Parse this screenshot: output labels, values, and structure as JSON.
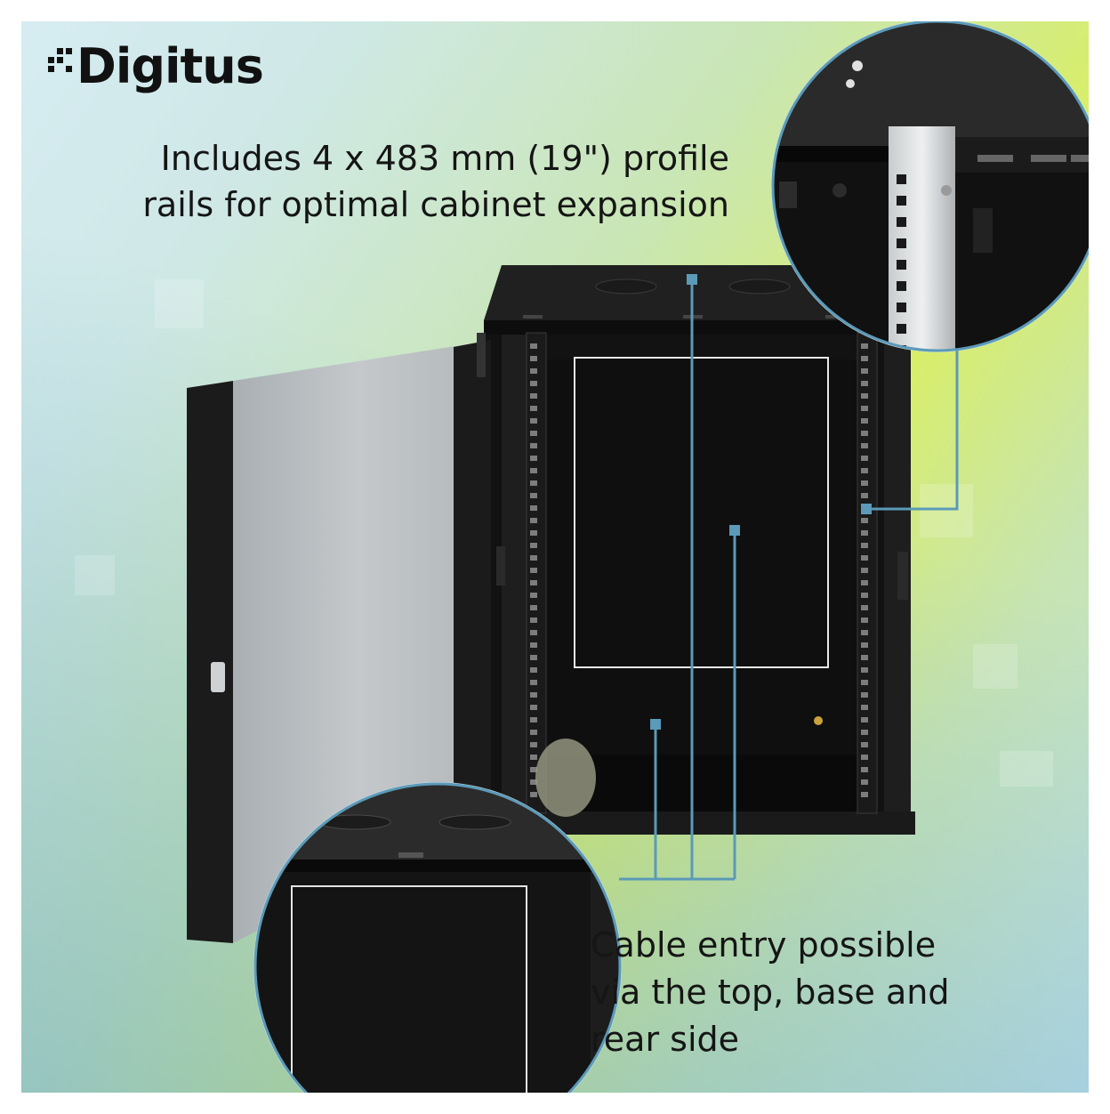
{
  "brand": {
    "logo_text": "Digitus"
  },
  "headline": {
    "line1": "Includes 4 x 483 mm (19\") profile",
    "line2": "rails for optimal cabinet expansion"
  },
  "caption": {
    "line1": "Cable entry possible",
    "line2": "via the top, base and",
    "line3": "rear side"
  },
  "colors": {
    "accent": "#5b9ab8",
    "text": "#151515",
    "cabinet": "#141414"
  }
}
